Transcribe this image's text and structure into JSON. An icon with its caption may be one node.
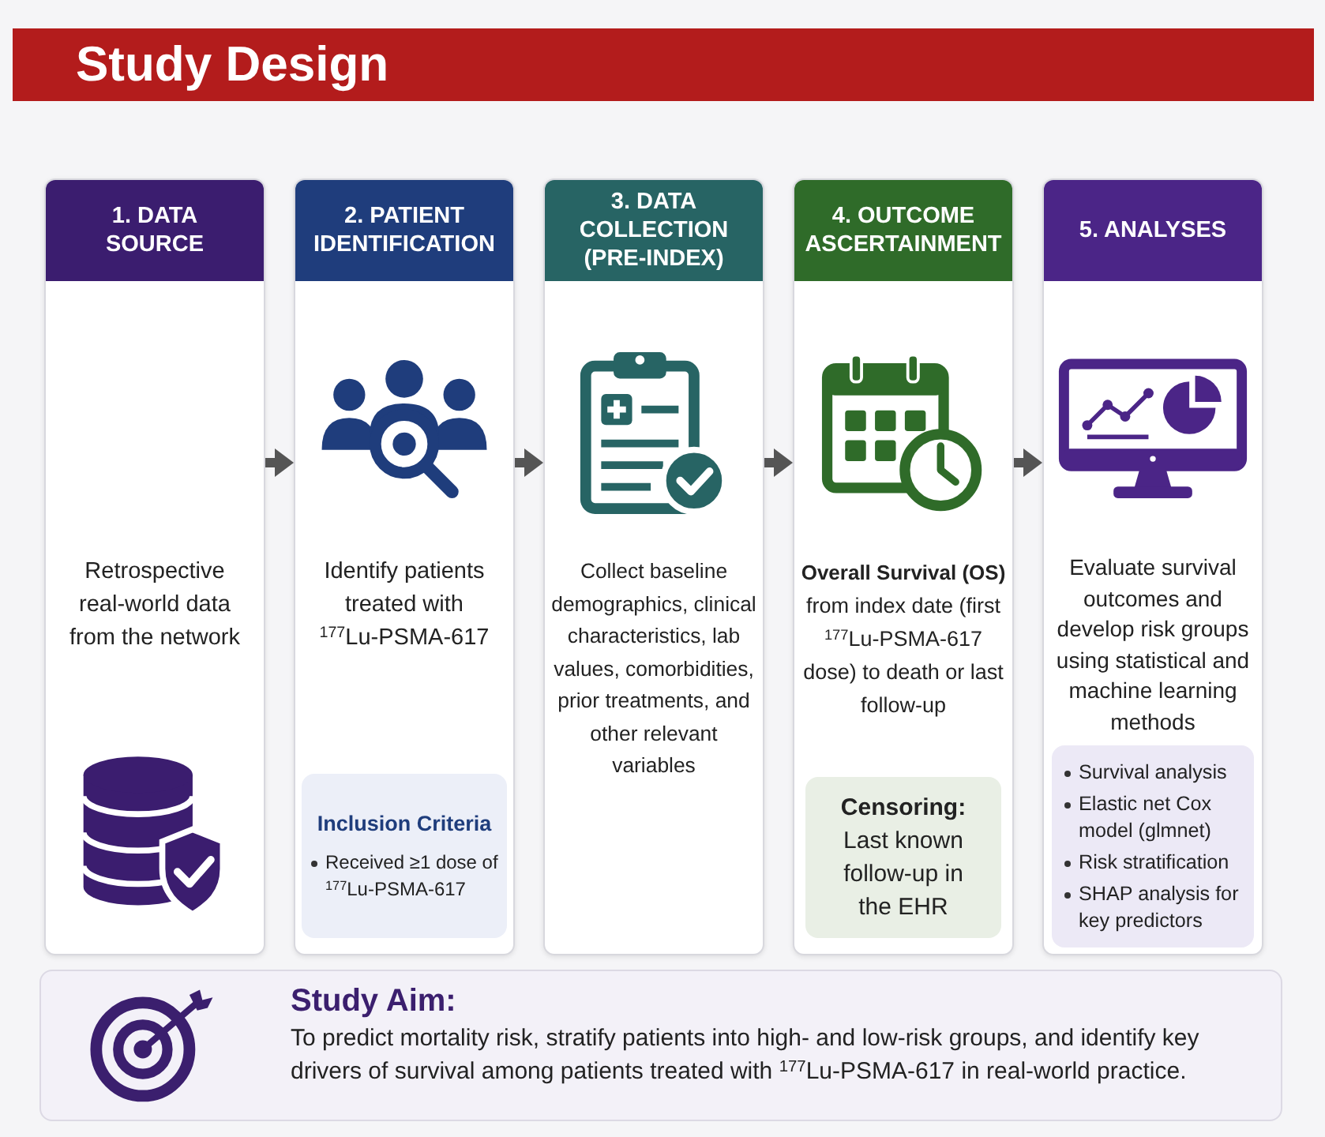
{
  "diagram": {
    "title": "Study Design",
    "nodes": [
      {
        "text": [
          "1. DATA SOURCE",
          "Retrospective real-world data from the network"
        ]
      },
      {
        "text": [
          "2. PATIENT IDENTIFICATION",
          "Identify patients treated with $^{177}$Lu-PSMA-617"
        ]
      },
      {
        "text": [
          "Inclusion Criteria",
          "Received ≥1 dose of $^{177}$Lu-PSMA-617"
        ],
        "in": 1
      },
      {
        "text": [
          "3. DATA COLLECTION (PRE-INDEX)",
          "Collect baseline demographics, clinical characteristics, lab values, comorbidities, prior treatments, and other relevant variables"
        ]
      },
      {
        "text": [
          "4. OUTCOME ASCERTAINMENT",
          "Overall Survival (OS)",
          "from index date (first $^{177}$Lu-PSMA-617 dose) to death or last follow-up"
        ]
      },
      {
        "text": [
          "Censoring:",
          "Last known follow-up in the EHR"
        ],
        "in": 4
      },
      {
        "text": [
          "5. ANALYSES",
          "Evaluate survival outcomes and develop risk groups using statistical and machine learning methods"
        ]
      },
      {
        "text": [
          "Survival analysis",
          "Elastic net Cox model (glmnet)",
          "Risk stratification",
          "SHAP analysis for key predictors"
        ],
        "in": 6
      },
      {
        "text": [
          "Study Aim:",
          "To predict mortality risk, stratify patients into high- and low-risk groups, and identify key drivers of survival among patients treated with $^{177}$Lu-PSMA-617 in real-world practice."
        ]
      }
    ],
    "edges": [
      {
        "from": 0,
        "to": 1,
        "arrow": "to"
      },
      {
        "from": 1,
        "to": 3,
        "arrow": "to"
      },
      {
        "from": 3,
        "to": 4,
        "arrow": "to"
      },
      {
        "from": 4,
        "to": 6,
        "arrow": "to"
      }
    ]
  }
}
